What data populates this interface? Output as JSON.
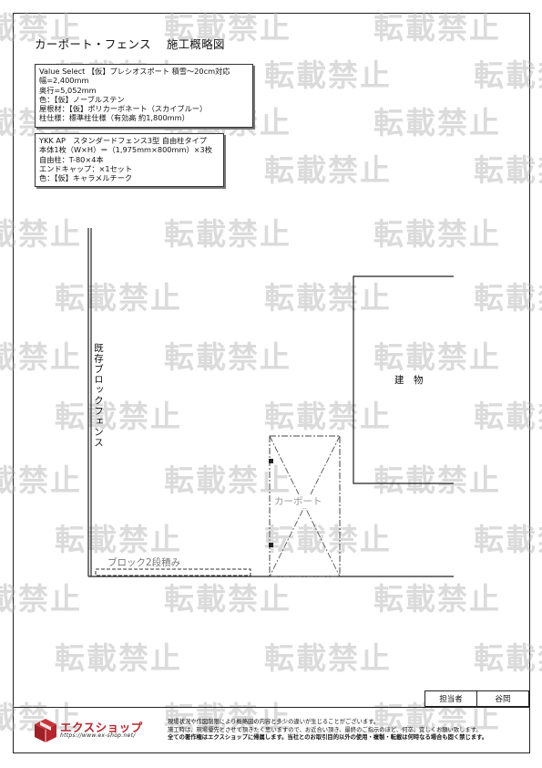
{
  "title": "カーポート・フェンス　 施工概略図",
  "carport_spec": {
    "lines": [
      "Value Select 【仮】プレシオスポート 積雪〜20cm対応",
      "幅=2,400mm",
      "奥行=5,052mm",
      "色：【仮】ノーブルステン",
      "屋根材：【仮】ポリカーボネート（スカイブルー）",
      "柱仕様：標準柱仕様（有効高 約1,800mm）"
    ]
  },
  "fence_spec": {
    "lines": [
      "YKK AP　スタンダードフェンス3型 自由柱タイプ",
      "本体1枚（W×H）＝（1,975mm×800mm）×3枚",
      "自由柱：T-80×4本",
      "エンドキャップ：×1セット",
      "色：【仮】キャラメルチーク"
    ]
  },
  "watermark": "転載禁止",
  "labels": {
    "existing_block_fence": "既存ブロックフェンス",
    "building": "建　物",
    "carport": "カーポート",
    "block_two_courses": "ブロック2段積み"
  },
  "title_block": {
    "staff_label": "担当者",
    "staff_name": "谷岡"
  },
  "footer": {
    "brand": "エクスショップ",
    "url": "https://www.ex-shop.net/",
    "notice_lines": [
      "現場状況や作図制限により概略図の内容と多少の違いが生じることがございます。",
      "施工時は、現場優先とさせて頂きたく思いますので、お近合い頂き、最終のご指示のほど、何卒、宜しくお願い致します。",
      "全ての著作権はエクスショップに帰属します。当社とのお取引目的以外の使用・複製・転載は何時なる場合も固く禁じます。"
    ],
    "brand_color": "#b8242b"
  }
}
